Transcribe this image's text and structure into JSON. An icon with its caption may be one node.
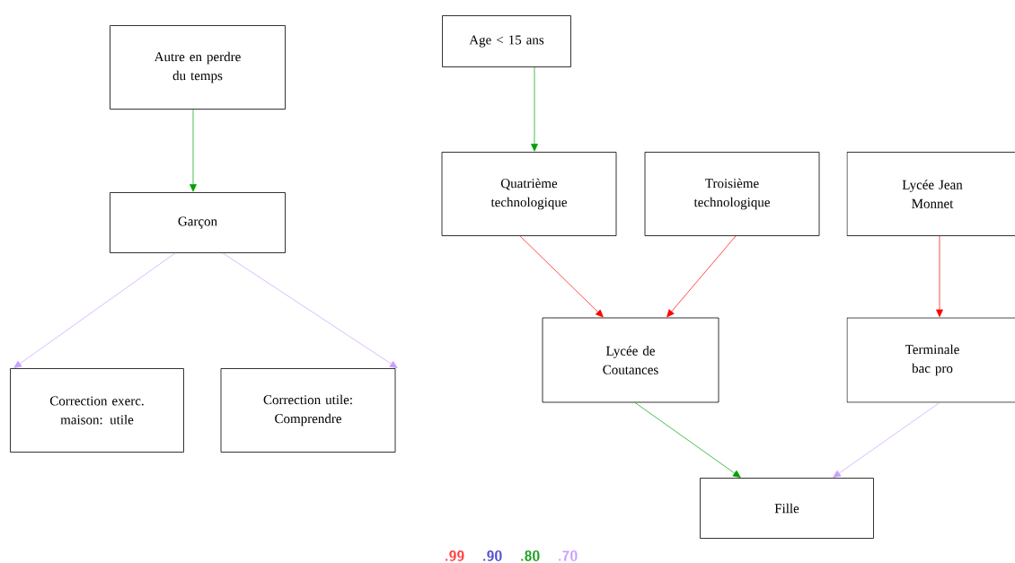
{
  "diagram": {
    "nodes": [
      {
        "text": [
          "Autre en perdre du temps"
        ]
      },
      {
        "text": [
          "Age < 15 ans"
        ]
      },
      {
        "text": [
          "Garçon"
        ]
      },
      {
        "text": [
          "Quatrième technologique"
        ]
      },
      {
        "text": [
          "Troisième technologique"
        ]
      },
      {
        "text": [
          "Lycée Jean Monnet"
        ]
      },
      {
        "text": [
          "Lycée de Coutances"
        ]
      },
      {
        "text": [
          "Terminale bac pro"
        ]
      },
      {
        "text": [
          "Correction exerc. maison: utile"
        ]
      },
      {
        "text": [
          "Correction utile: Comprendre"
        ]
      },
      {
        "text": [
          "Fille"
        ]
      }
    ],
    "edges": [
      {
        "from": 0,
        "to": 2,
        "arrow": "to",
        "color": "#00a000"
      },
      {
        "from": 1,
        "to": 3,
        "arrow": "to",
        "color": "#00a000"
      },
      {
        "from": 2,
        "to": 8,
        "arrow": "to",
        "color": "#c8a0ff"
      },
      {
        "from": 2,
        "to": 9,
        "arrow": "to",
        "color": "#c8a0ff"
      },
      {
        "from": 3,
        "to": 6,
        "arrow": "to",
        "color": "#ff0000"
      },
      {
        "from": 4,
        "to": 6,
        "arrow": "to",
        "color": "#ff0000"
      },
      {
        "from": 5,
        "to": 7,
        "arrow": "to",
        "color": "#ff0000"
      },
      {
        "from": 6,
        "to": 10,
        "arrow": "to",
        "color": "#00a000"
      },
      {
        "from": 7,
        "to": 10,
        "arrow": "to",
        "color": "#c8a0ff"
      }
    ],
    "legend": [
      {
        "text": ".99",
        "color": "#ff4040"
      },
      {
        "text": ".90",
        "color": "#5050d0"
      },
      {
        "text": ".80",
        "color": "#20a020"
      },
      {
        "text": ".70",
        "color": "#c8a0ff"
      }
    ]
  }
}
